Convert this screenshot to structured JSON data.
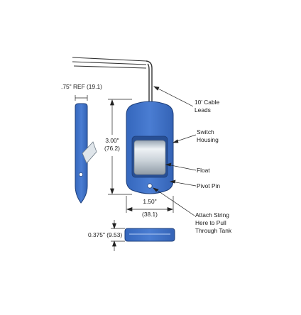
{
  "labels": {
    "side_ref": ".75\" REF (19.1)",
    "height_in": "3.00\"",
    "height_mm": "(76.2)",
    "width_in": "1.50\"",
    "width_mm": "(38.1)",
    "thickness": "0.375\" (9.53)",
    "cable_line1": "10' Cable",
    "cable_line2": "Leads",
    "housing_line1": "Switch",
    "housing_line2": "Housing",
    "float": "Float",
    "pivot": "Pivot Pin",
    "attach_line1": "Attach String",
    "attach_line2": "Here to Pull",
    "attach_line3": "Through Tank"
  },
  "colors": {
    "housing_blue": "#3d6fc4",
    "housing_dark": "#2a55a0",
    "float_silver": "#d6dde4",
    "line": "#222222"
  }
}
